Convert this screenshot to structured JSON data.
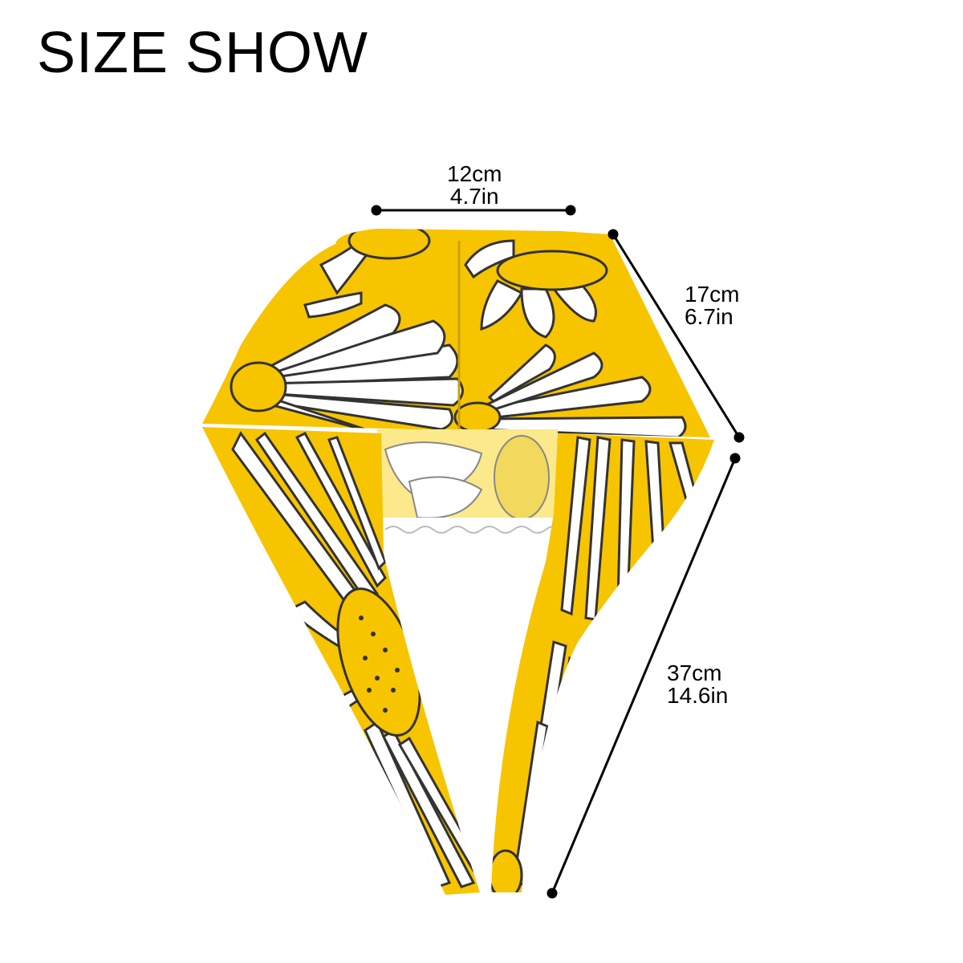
{
  "title": "SIZE SHOW",
  "dimensions": {
    "width": {
      "cm": "12cm",
      "in": "4.7in"
    },
    "depth": {
      "cm": "17cm",
      "in": "6.7in"
    },
    "length": {
      "cm": "37cm",
      "in": "14.6in"
    }
  },
  "colors": {
    "fabric_yellow": "#F7C400",
    "petal_white": "#FFFFFF",
    "outline": "#333333",
    "pale_yellow": "#FBE98C"
  }
}
